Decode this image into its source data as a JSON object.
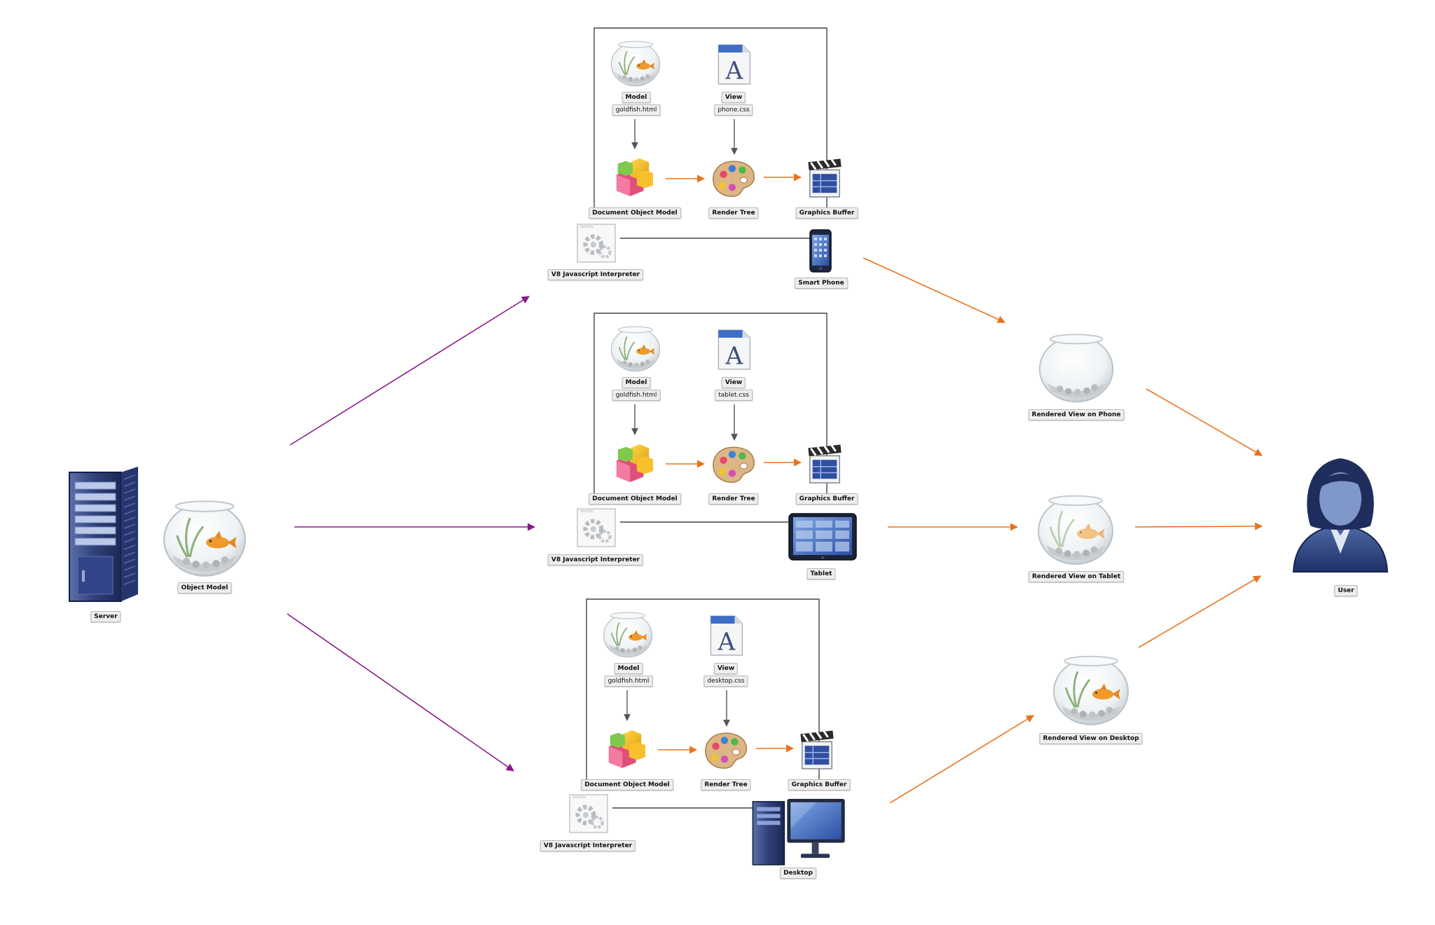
{
  "server": {
    "label": "Server"
  },
  "object_model": {
    "label": "Object Model"
  },
  "user": {
    "label": "User"
  },
  "pipelines": [
    {
      "model": "Model",
      "model_file": "goldfish.html",
      "view": "View",
      "view_file": "phone.css",
      "dom": "Document Object Model",
      "render_tree": "Render Tree",
      "graphics_buffer": "Graphics Buffer",
      "interpreter": "V8 Javascript Interpreter",
      "device": "Smart Phone",
      "rendered": "Rendered View on Phone"
    },
    {
      "model": "Model",
      "model_file": "goldfish.html",
      "view": "View",
      "view_file": "tablet.css",
      "dom": "Document Object Model",
      "render_tree": "Render Tree",
      "graphics_buffer": "Graphics Buffer",
      "interpreter": "V8 Javascript Interpreter",
      "device": "Tablet",
      "rendered": "Rendered View on Tablet"
    },
    {
      "model": "Model",
      "model_file": "goldfish.html",
      "view": "View",
      "view_file": "desktop.css",
      "dom": "Document Object Model",
      "render_tree": "Render Tree",
      "graphics_buffer": "Graphics Buffer",
      "interpreter": "V8 Javascript Interpreter",
      "device": "Desktop",
      "rendered": "Rendered View on Desktop"
    }
  ],
  "colors": {
    "server_arrow": "#8a1a8a",
    "flow_arrow": "#e8731e",
    "dep_arrow": "#555555",
    "frame": "#444444"
  },
  "icons": [
    "server-icon",
    "fishbowl-icon",
    "font-icon",
    "cubes-icon",
    "palette-icon",
    "clapperboard-icon",
    "gear-icon",
    "smartphone-icon",
    "tablet-icon",
    "desktop-icon",
    "user-icon"
  ]
}
